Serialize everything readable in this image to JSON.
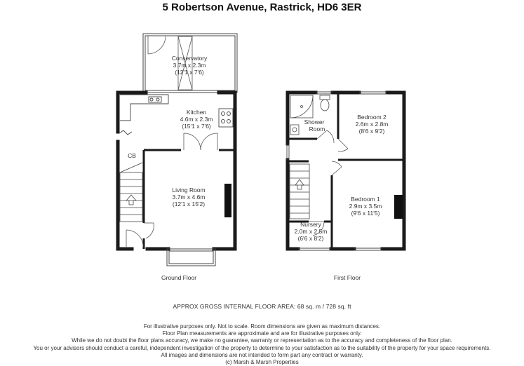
{
  "title": "5 Robertson Avenue, Rastrick, HD6 3ER",
  "ground_floor": {
    "label": "Ground Floor",
    "rooms": [
      {
        "id": "conservatory",
        "name": "Conservatory",
        "size_m": "3.7m x 2.3m",
        "size_ft": "(12'1 x 7'6)"
      },
      {
        "id": "kitchen",
        "name": "Kitchen",
        "size_m": "4.6m x 2.3m",
        "size_ft": "(15'1 x 7'6)"
      },
      {
        "id": "living-room",
        "name": "Living Room",
        "size_m": "3.7m x 4.6m",
        "size_ft": "(12'1 x 15'2)"
      }
    ],
    "cupboard": "CB"
  },
  "first_floor": {
    "label": "First Floor",
    "rooms": [
      {
        "id": "shower-room",
        "name": "Shower",
        "name2": "Room"
      },
      {
        "id": "bedroom-2",
        "name": "Bedroom 2",
        "size_m": "2.6m x 2.8m",
        "size_ft": "(8'6 x 9'2)"
      },
      {
        "id": "bedroom-1",
        "name": "Bedroom 1",
        "size_m": "2.9m x 3.5m",
        "size_ft": "(9'6 x 11'5)"
      },
      {
        "id": "nursery",
        "name": "Nursery",
        "size_m": "2.0m x 2.5m",
        "size_ft": "(6'6 x 8'2)"
      }
    ]
  },
  "area": "APPROX GROSS INTERNAL FLOOR AREA:  68 sq. m  / 728 sq. ft",
  "disclaimer": [
    "For illustrative purposes only.  Not to scale.  Room dimensions are given as maximum distances.",
    "Floor Plan measurements are approximate and are for illustrative purposes only.",
    "While we do not doubt the floor plans accuracy, we make no guarantee, warranty or representation as to the accuracy and completeness of the floor plan.",
    "You or your advisors should conduct a careful, independent investigation of the property to determine to your satisfaction as to the suitability of the property for your space requirements.",
    "All images and dimensions are not intended to form part any contract or warranty.",
    "(c) Marsh & Marsh Properties"
  ]
}
